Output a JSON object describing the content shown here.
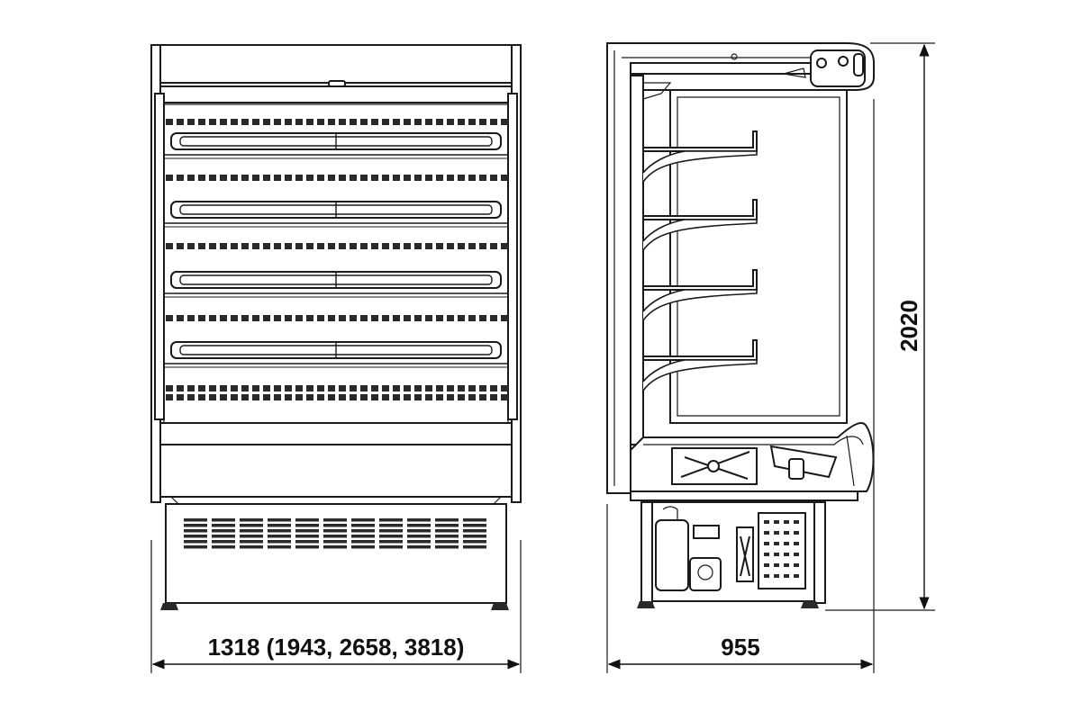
{
  "dimensions": {
    "width_front": "1318 (1943, 2658, 3818)",
    "depth_side": "955",
    "height": "2020"
  },
  "views": {
    "front": {
      "shelf_count": 4,
      "vent_rows": 5
    },
    "side": {
      "shelf_count": 4
    }
  }
}
